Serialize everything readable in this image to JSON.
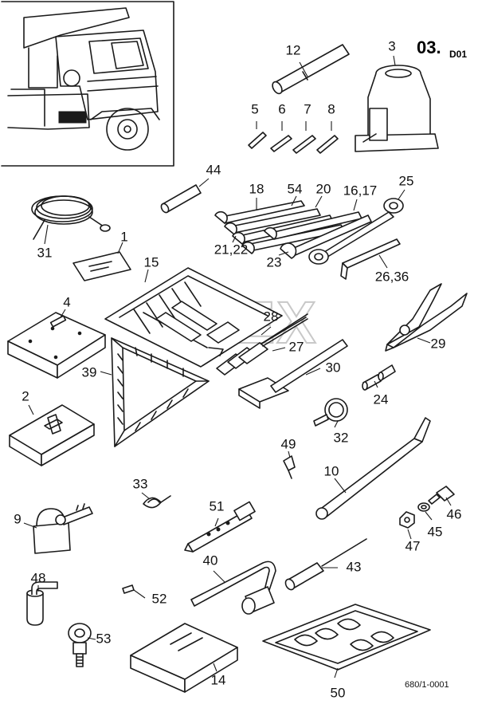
{
  "header": {
    "code_main": "03.",
    "code_sub": "D01"
  },
  "footer": {
    "reference": "680/1-0001"
  },
  "watermark": "OPEX",
  "callouts": {
    "c1": "1",
    "c2": "2",
    "c3": "3",
    "c4": "4",
    "c5": "5",
    "c6": "6",
    "c7": "7",
    "c8": "8",
    "c9": "9",
    "c10": "10",
    "c12": "12",
    "c14": "14",
    "c15": "15",
    "c1617": "16,17",
    "c18": "18",
    "c20": "20",
    "c2122": "21,22",
    "c23": "23",
    "c24": "24",
    "c25": "25",
    "c2636": "26,36",
    "c27": "27",
    "c28": "28",
    "c29": "29",
    "c30": "30",
    "c31": "31",
    "c32": "32",
    "c33": "33",
    "c39": "39",
    "c40": "40",
    "c43": "43",
    "c44": "44",
    "c45": "45",
    "c46": "46",
    "c47": "47",
    "c48": "48",
    "c49": "49",
    "c50": "50",
    "c51": "51",
    "c52": "52",
    "c53": "53",
    "c54": "54"
  }
}
